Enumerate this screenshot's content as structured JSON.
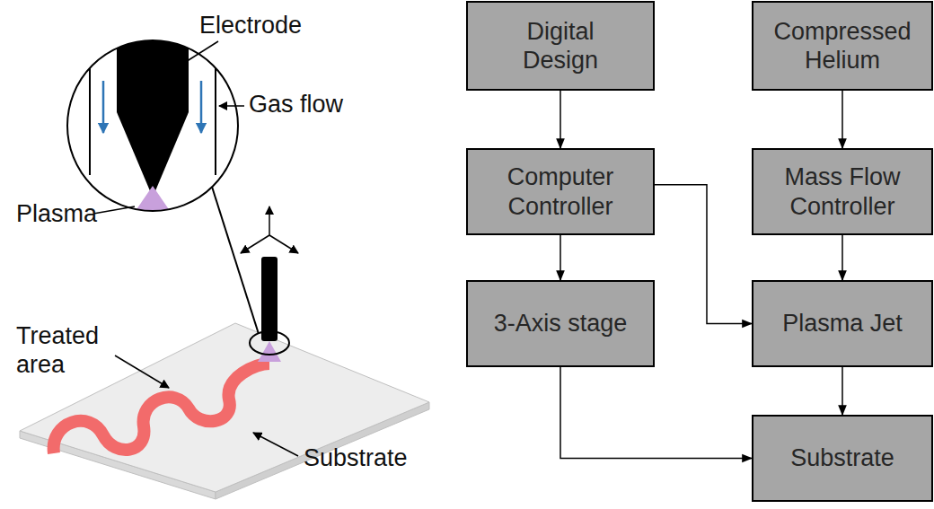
{
  "diagram": {
    "nodes": [
      {
        "text": [
          "Digital Design"
        ]
      },
      {
        "text": [
          "Compressed Helium"
        ]
      },
      {
        "text": [
          "Computer Controller"
        ]
      },
      {
        "text": [
          "Mass Flow Controller"
        ]
      },
      {
        "text": [
          "3-Axis stage"
        ]
      },
      {
        "text": [
          "Plasma Jet"
        ]
      },
      {
        "text": [
          "Substrate"
        ]
      }
    ],
    "edges": [
      {
        "from": 0,
        "to": 2,
        "arrow": "to"
      },
      {
        "from": 1,
        "to": 3,
        "arrow": "to"
      },
      {
        "from": 2,
        "to": 4,
        "arrow": "to"
      },
      {
        "from": 2,
        "to": 5,
        "arrow": "to"
      },
      {
        "from": 3,
        "to": 5,
        "arrow": "to"
      },
      {
        "from": 4,
        "to": 6,
        "arrow": "to"
      },
      {
        "from": 5,
        "to": 6,
        "arrow": "to"
      }
    ],
    "labels": [
      "Electrode",
      "Gas flow",
      "Plasma",
      "Treated area",
      "Substrate"
    ]
  }
}
